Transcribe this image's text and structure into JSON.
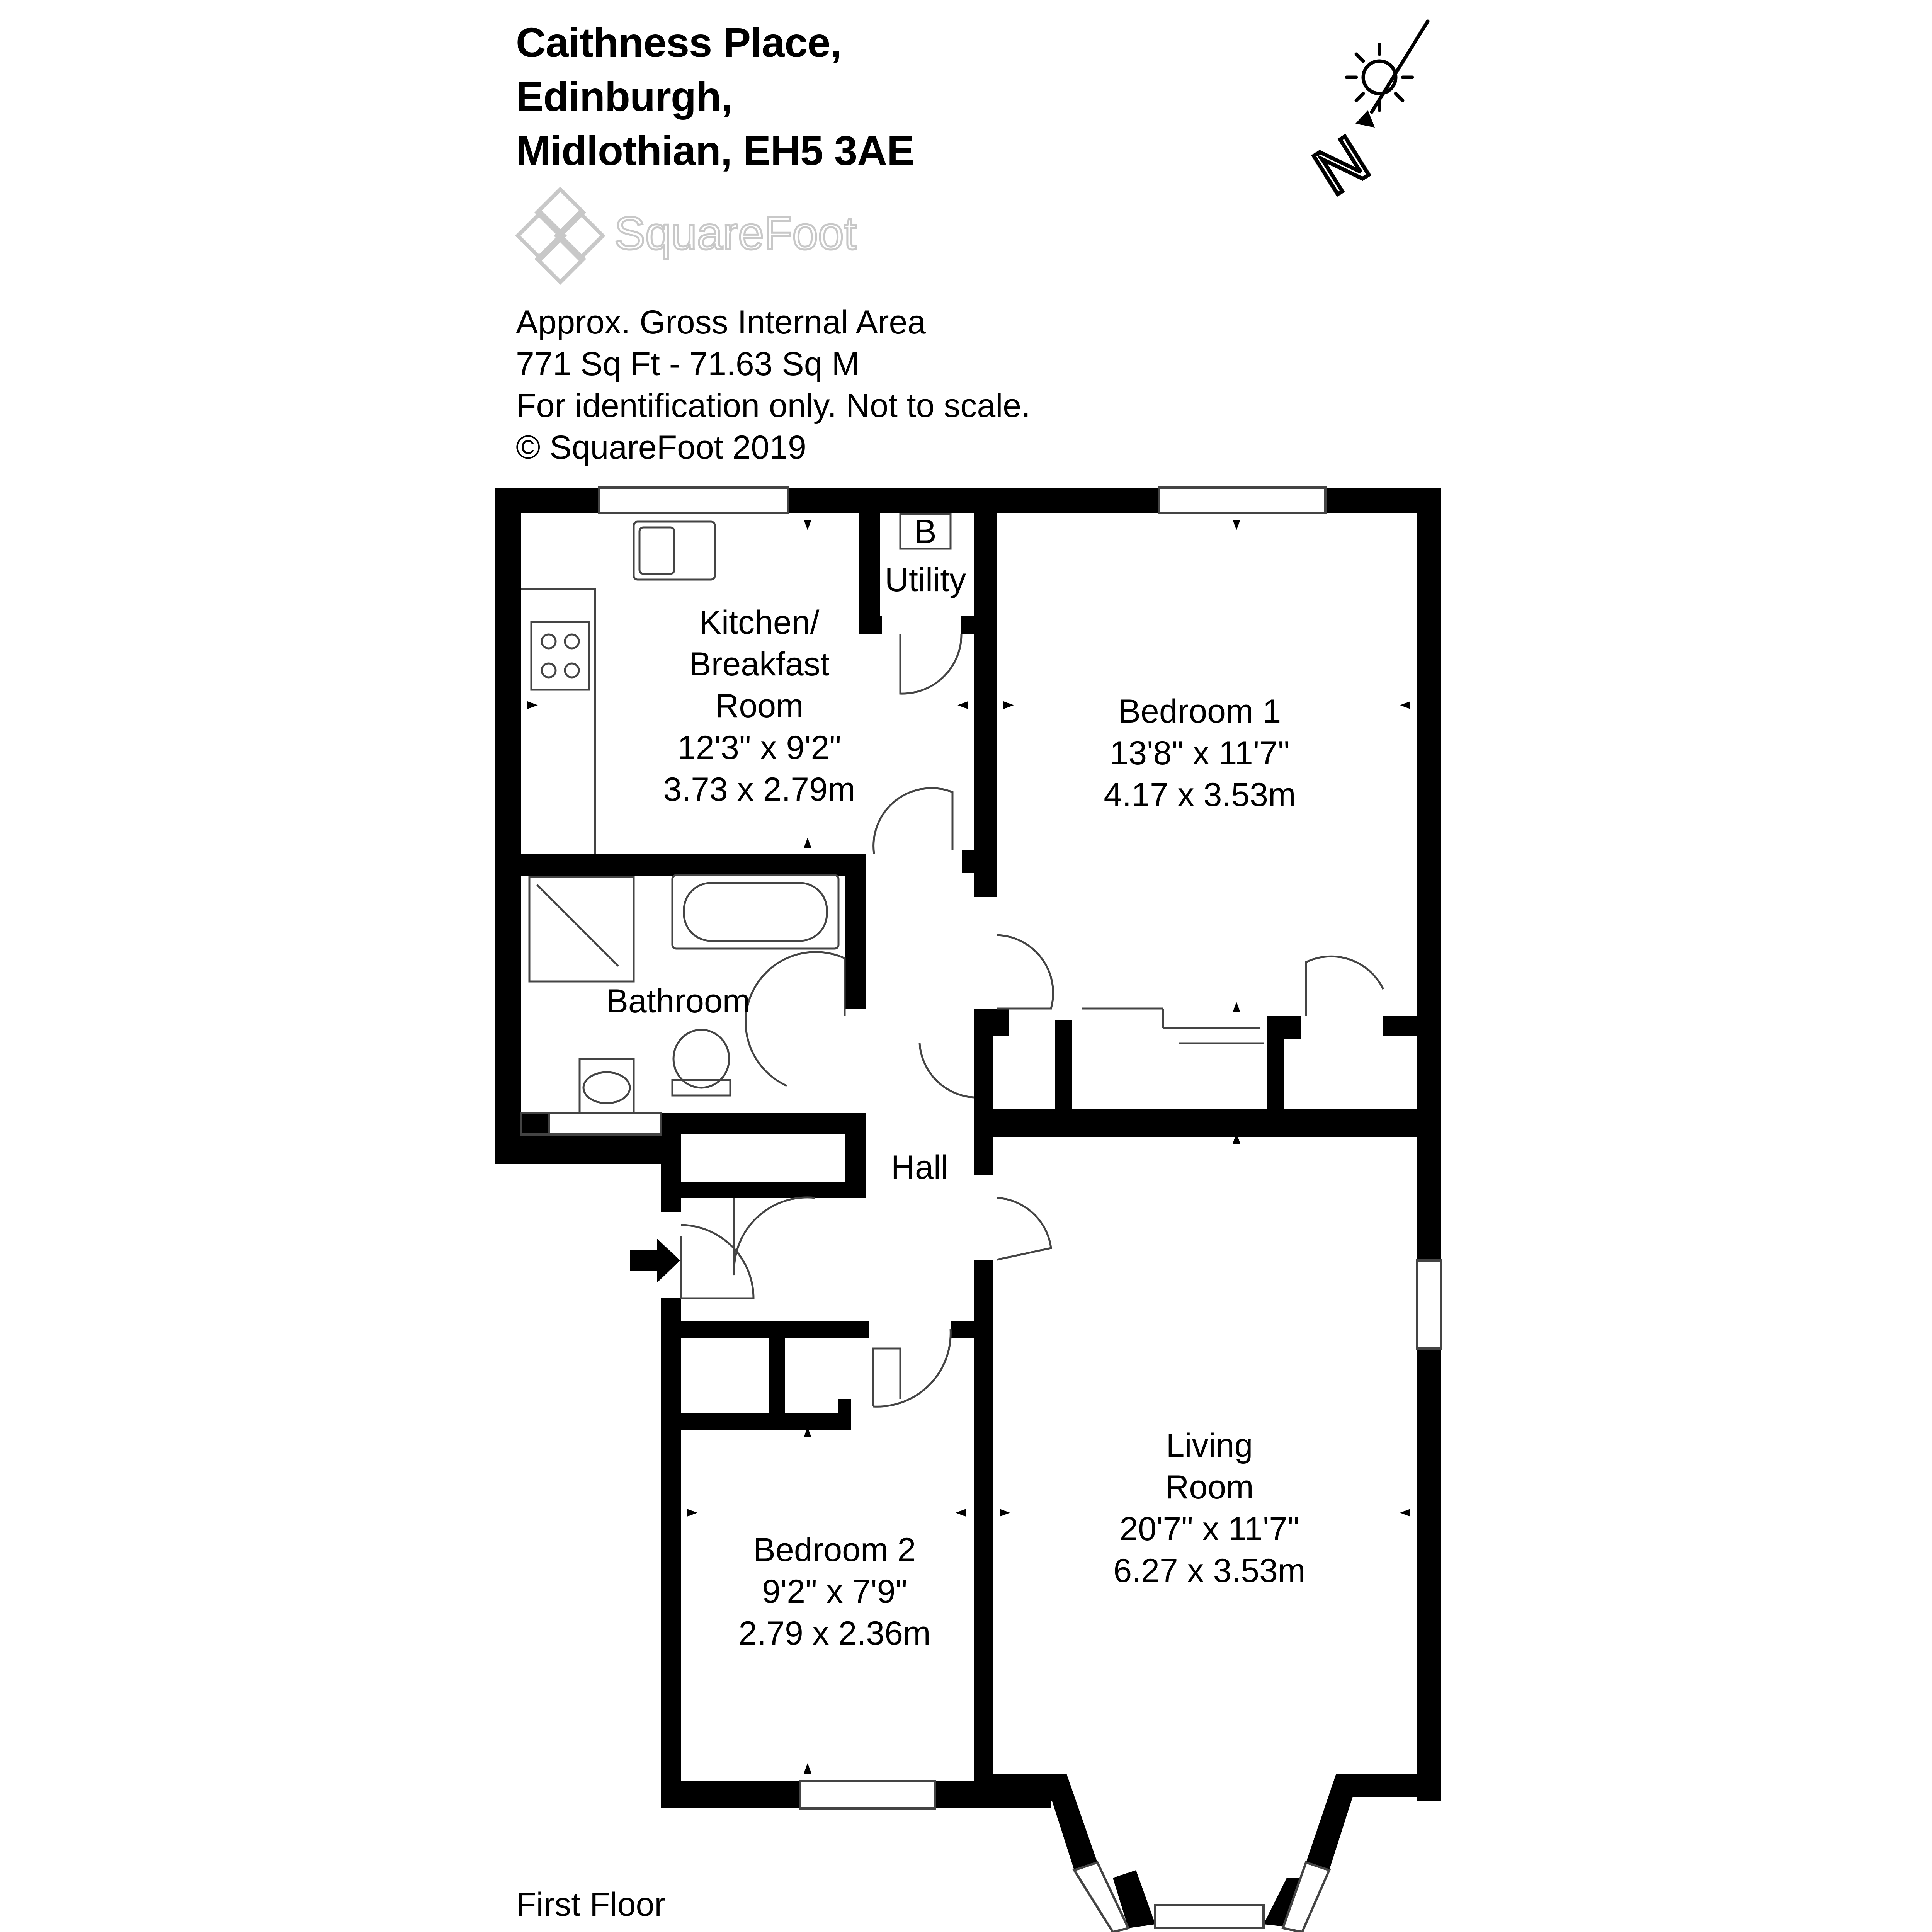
{
  "address": {
    "line1": "Caithness Place,",
    "line2": "Edinburgh,",
    "line3": "Midlothian, EH5 3AE"
  },
  "brand": {
    "logo_text": "SquareFoot",
    "logo_color": "#c8c8c8"
  },
  "info": {
    "line1": "Approx. Gross Internal Area",
    "line2": "771 Sq Ft  -  71.63 Sq M",
    "line3": "For identification only. Not to scale.",
    "line4": "© SquareFoot 2019"
  },
  "compass": {
    "label": "N",
    "icon": "sun-north-arrow-icon"
  },
  "rooms": {
    "kitchen": {
      "name1": "Kitchen/",
      "name2": "Breakfast",
      "name3": "Room",
      "imperial": "12'3\" x 9'2\"",
      "metric": "3.73 x 2.79m"
    },
    "utility": {
      "name": "Utility",
      "boiler": "B"
    },
    "bedroom1": {
      "name": "Bedroom 1",
      "imperial": "13'8\" x 11'7\"",
      "metric": "4.17 x 3.53m"
    },
    "bathroom": {
      "name": "Bathroom"
    },
    "hall": {
      "name": "Hall"
    },
    "living": {
      "name1": "Living",
      "name2": "Room",
      "imperial": "20'7\" x 11'7\"",
      "metric": "6.27 x 3.53m"
    },
    "bedroom2": {
      "name": "Bedroom 2",
      "imperial": "9'2\" x 7'9\"",
      "metric": "2.79 x 2.36m"
    }
  },
  "floor": {
    "label": "First Floor"
  },
  "colors": {
    "wall": "#000000",
    "line": "#444444",
    "background": "#ffffff"
  }
}
